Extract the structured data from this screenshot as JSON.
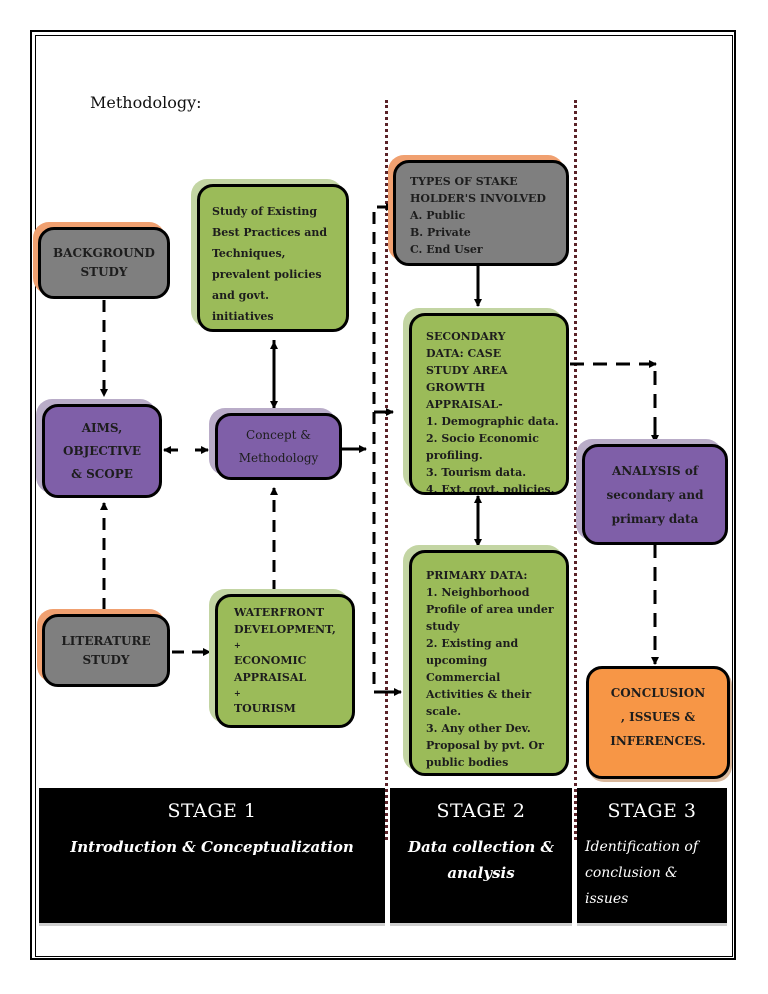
{
  "title": "Methodology:",
  "boxes": {
    "background_study": [
      "BACKGROUND",
      "STUDY"
    ],
    "best_practices": [
      "Study of Existing",
      "Best Practices and",
      "Techniques,",
      "prevalent policies",
      "and govt.",
      "initiatives"
    ],
    "aims": [
      "AIMS,",
      "OBJECTIVE",
      "& SCOPE"
    ],
    "concept": [
      "Concept &",
      "Methodology"
    ],
    "literature_study": [
      "LITERATURE",
      "STUDY"
    ],
    "waterfront": [
      "WATERFRONT",
      "DEVELOPMENT,",
      "+",
      "ECONOMIC",
      "APPRAISAL",
      "+",
      "TOURISM"
    ],
    "stakeholders": [
      "TYPES OF STAKE",
      "HOLDER'S INVOLVED",
      "A. Public",
      "B. Private",
      "C. End User"
    ],
    "secondary_data": [
      "SECONDARY",
      "DATA: CASE",
      "STUDY AREA",
      "GROWTH",
      "APPRAISAL-",
      "1. Demographic data.",
      "2. Socio Economic",
      "profiling.",
      "3. Tourism data.",
      "4. Ext. govt. policies."
    ],
    "primary_data": [
      "PRIMARY DATA:",
      "1. Neighborhood",
      "Profile of area under",
      "study",
      "2. Existing and",
      "upcoming",
      "Commercial",
      "Activities & their",
      "scale.",
      "3. Any other Dev.",
      "Proposal by pvt. Or",
      "public bodies"
    ],
    "analysis": [
      "ANALYSIS of",
      "secondary and",
      "primary data"
    ],
    "conclusion": [
      "CONCLUSION",
      ", ISSUES &",
      "INFERENCES."
    ]
  },
  "stages": [
    {
      "title": "STAGE 1",
      "subtitle": [
        "Introduction & Conceptualization"
      ]
    },
    {
      "title": "STAGE 2",
      "subtitle": [
        "Data collection &",
        "analysis"
      ]
    },
    {
      "title": "STAGE 3",
      "subtitle": [
        "Identification of",
        "conclusion &",
        "issues"
      ]
    }
  ],
  "colors": {
    "gray": "#7f7f7f",
    "purple": "#7f5fa8",
    "green": "#9bbb59",
    "orange": "#f79646",
    "divider": "#5a2228"
  }
}
